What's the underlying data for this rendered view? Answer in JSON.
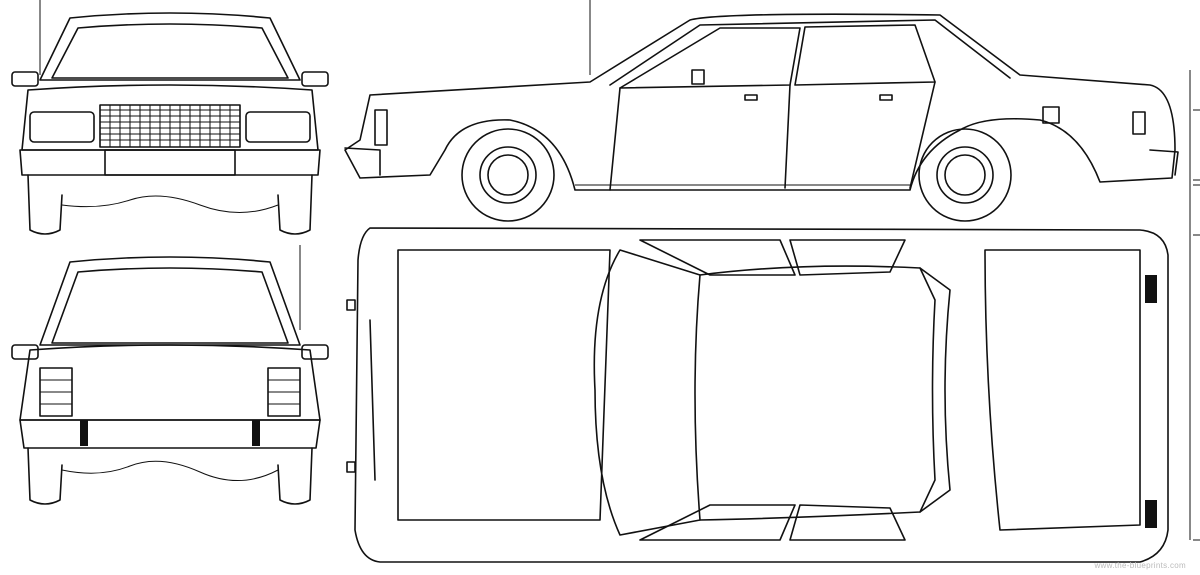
{
  "views": [
    {
      "id": "front",
      "label": ""
    },
    {
      "id": "side",
      "label": ""
    },
    {
      "id": "rear",
      "label": ""
    },
    {
      "id": "top",
      "label": ""
    }
  ],
  "watermark": "www.the-blueprints.com",
  "colors": {
    "line": "#111111",
    "background": "#ffffff",
    "watermark": "#bbbbbb"
  }
}
